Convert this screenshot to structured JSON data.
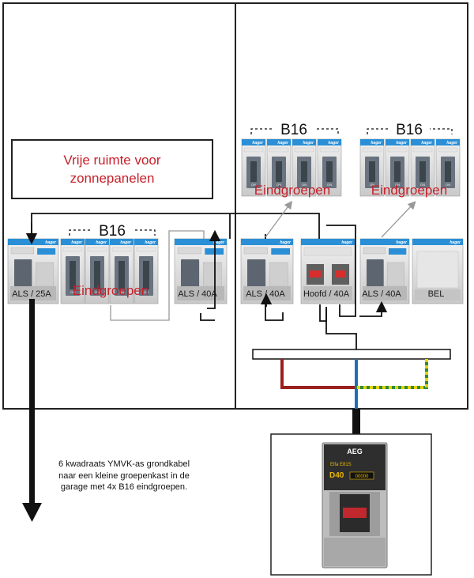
{
  "free_space": {
    "line1": "Vrije ruimte voor",
    "line2": "zonnepanelen"
  },
  "group_label": "Eindgroepen",
  "group_rating": "B16",
  "breakers": {
    "als_25": "ALS / 25A",
    "als_40_left": "ALS / 40A",
    "als_40_mid": "ALS / 40A",
    "hoofd_40": "Hoofd / 40A",
    "als_40_right": "ALS / 40A",
    "bel": "BEL"
  },
  "brand": "hager",
  "switch_on": "ON",
  "note": {
    "line1": "6 kwadraats YMVK-as grondkabel",
    "line2": "naar een kleine groepenkast in de",
    "line3": "garage met 4x B16 eindgroepen."
  },
  "aeg_breaker": {
    "brand": "AEG",
    "model": "Elfa E81S",
    "rating": "D40",
    "code": "00000"
  },
  "colors": {
    "accent_red": "#c8202a",
    "phase": "#9b2020",
    "neutral": "#1f6fb5",
    "earth_green": "#2e8b3a",
    "earth_yellow": "#e6d500",
    "breaker_blue": "#2a8fd6"
  }
}
